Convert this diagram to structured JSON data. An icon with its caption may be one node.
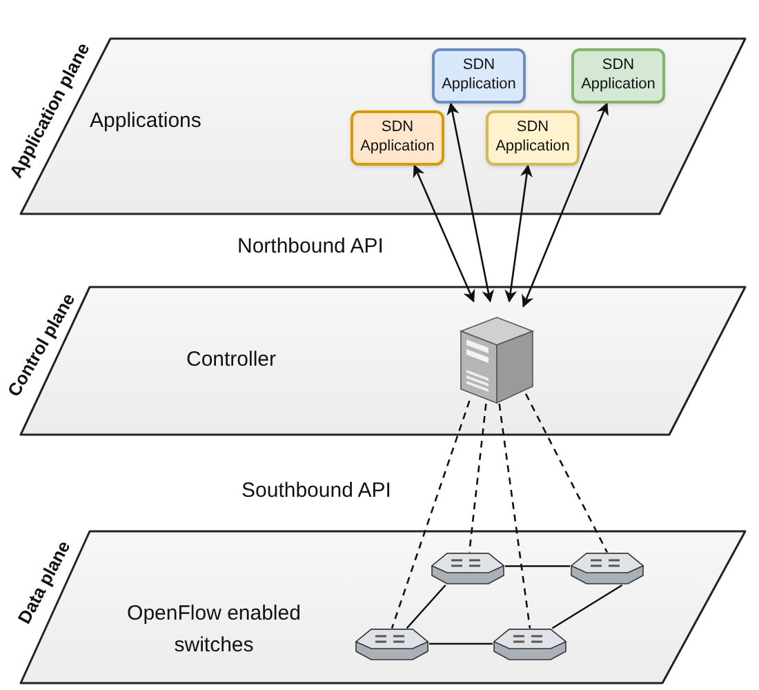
{
  "diagram": {
    "nodes": [
      {
        "text": [
          "Application plane",
          "Applications"
        ]
      },
      {
        "text": [
          "SDN Application"
        ],
        "in": 0
      },
      {
        "text": [
          "SDN Application"
        ],
        "in": 0
      },
      {
        "text": [
          "SDN Application"
        ],
        "in": 0
      },
      {
        "text": [
          "SDN Application"
        ],
        "in": 0
      },
      {
        "text": [
          "Control plane",
          "Controller"
        ]
      },
      {
        "text": [],
        "shape": "picture",
        "in": 5
      },
      {
        "text": [
          "Data plane",
          "OpenFlow enabled switches"
        ]
      },
      {
        "text": [],
        "shape": "picture",
        "in": 7
      },
      {
        "text": [],
        "shape": "picture",
        "in": 7
      },
      {
        "text": [],
        "shape": "picture",
        "in": 7
      },
      {
        "text": [],
        "shape": "picture",
        "in": 7
      }
    ],
    "edges": [
      {
        "from": 3,
        "to": 6,
        "arrow": "both"
      },
      {
        "from": 1,
        "to": 6,
        "arrow": "both"
      },
      {
        "from": 4,
        "to": 6,
        "arrow": "both"
      },
      {
        "from": 2,
        "to": 6,
        "arrow": "both"
      },
      {
        "from": 6,
        "to": 8,
        "arrow": "none",
        "style": "dashed"
      },
      {
        "from": 6,
        "to": 9,
        "arrow": "none",
        "style": "dashed"
      },
      {
        "from": 6,
        "to": 10,
        "arrow": "none",
        "style": "dashed"
      },
      {
        "from": 6,
        "to": 11,
        "arrow": "none",
        "style": "dashed"
      },
      {
        "from": 9,
        "to": 11,
        "arrow": "none"
      },
      {
        "from": 9,
        "to": 8,
        "arrow": "none"
      },
      {
        "from": 11,
        "to": 10,
        "arrow": "none"
      },
      {
        "from": 8,
        "to": 10,
        "arrow": "none"
      }
    ],
    "labels": [
      "Northbound API",
      "Southbound API"
    ]
  }
}
